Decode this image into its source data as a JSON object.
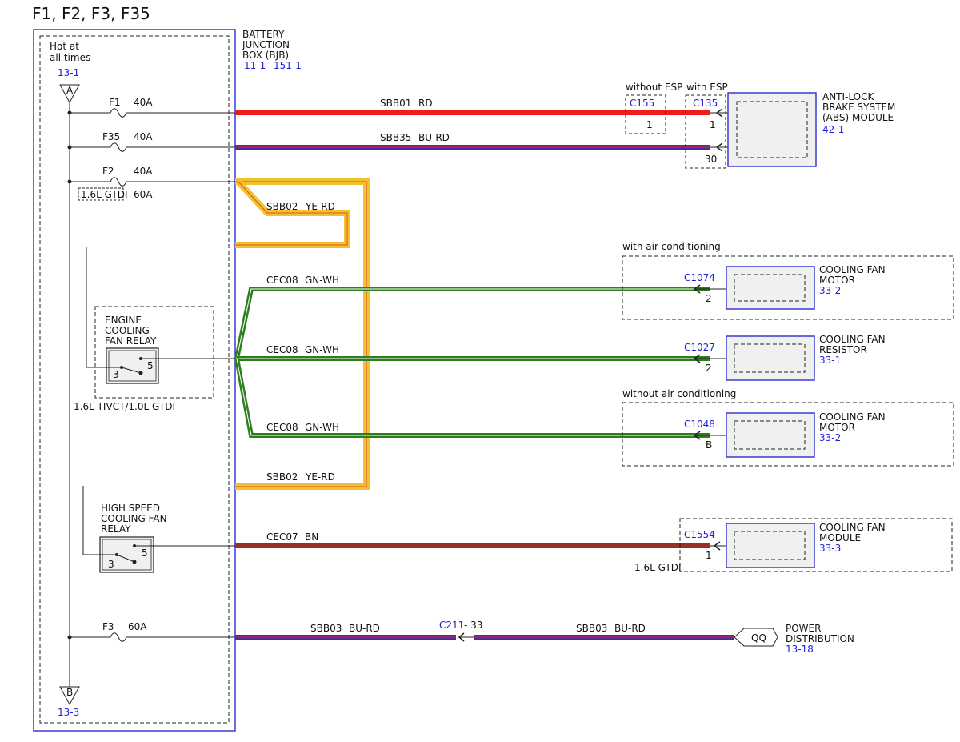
{
  "title": "F1, F2, F3, F35",
  "bjb": {
    "name_lines": [
      "BATTERY",
      "JUNCTION",
      "BOX (BJB)"
    ],
    "refs": [
      "11-1",
      "151-1"
    ],
    "hot_lines": [
      "Hot at",
      "all times"
    ],
    "hot_ref": "13-1",
    "connector_a": "A",
    "connector_b": "B",
    "bottom_ref": "13-3",
    "variant_box": "1.6L GTDI",
    "relay_variant": "1.6L TIVCT/1.0L GTDI"
  },
  "fuses": [
    {
      "name": "F1",
      "rating": "40A"
    },
    {
      "name": "F35",
      "rating": "40A"
    },
    {
      "name": "F2",
      "rating": "40A",
      "alt_rating": "60A"
    },
    {
      "name": "F3",
      "rating": "60A"
    }
  ],
  "relays": [
    {
      "name_lines": [
        "ENGINE",
        "COOLING",
        "FAN RELAY"
      ],
      "pin_in": "3",
      "pin_out": "5"
    },
    {
      "name_lines": [
        "HIGH SPEED",
        "COOLING FAN",
        "RELAY"
      ],
      "pin_in": "3",
      "pin_out": "5"
    }
  ],
  "wires": [
    {
      "circuit": "SBB01",
      "color": "RD",
      "hex": "#ee1c1c"
    },
    {
      "circuit": "SBB35",
      "color": "BU-RD",
      "hex": "#4b2a9e"
    },
    {
      "circuit": "SBB02",
      "color": "YE-RD",
      "hex": "#f2c12e"
    },
    {
      "circuit": "CEC08",
      "color": "GN-WH",
      "hex": "#2e7d1f"
    },
    {
      "circuit": "CEC08",
      "color": "GN-WH",
      "hex": "#2e7d1f"
    },
    {
      "circuit": "CEC08",
      "color": "GN-WH",
      "hex": "#2e7d1f"
    },
    {
      "circuit": "SBB02",
      "color": "YE-RD",
      "hex": "#f2c12e"
    },
    {
      "circuit": "CEC07",
      "color": "BN",
      "hex": "#9a2f25"
    },
    {
      "circuit": "SBB03",
      "color": "BU-RD",
      "hex": "#4b2a9e"
    },
    {
      "circuit": "SBB03",
      "color": "BU-RD",
      "hex": "#4b2a9e"
    }
  ],
  "inline_connector": {
    "name": "C211",
    "pin": "- 33"
  },
  "abs": {
    "variant_without": "without ESP",
    "variant_with": "with ESP",
    "c155": "C155",
    "c155_pin": "1",
    "c135": "C135",
    "c135_pin1": "1",
    "c135_pin30": "30",
    "name_lines": [
      "ANTI-LOCK",
      "BRAKE SYSTEM",
      "(ABS) MODULE"
    ],
    "ref": "42-1"
  },
  "fan_loads": [
    {
      "variant": "with air conditioning",
      "connector": "C1074",
      "pin": "2",
      "name_lines": [
        "COOLING FAN",
        "MOTOR"
      ],
      "ref": "33-2"
    },
    {
      "variant": "",
      "connector": "C1027",
      "pin": "2",
      "name_lines": [
        "COOLING FAN",
        "RESISTOR"
      ],
      "ref": "33-1"
    },
    {
      "variant": "without air conditioning",
      "connector": "C1048",
      "pin": "B",
      "name_lines": [
        "COOLING FAN",
        "MOTOR"
      ],
      "ref": "33-2"
    },
    {
      "variant": "1.6L GTDI",
      "connector": "C1554",
      "pin": "1",
      "name_lines": [
        "COOLING FAN",
        "MODULE"
      ],
      "ref": "33-3"
    }
  ],
  "power_dist": {
    "tag": "QQ",
    "name_lines": [
      "POWER",
      "DISTRIBUTION"
    ],
    "ref": "13-18"
  },
  "colors": {
    "module_blue": "#3a3ad6",
    "ref_blue": "#1f1fd6",
    "ye_rd_stripe": "#e2502a",
    "gn_wh_stripe": "#ffffff"
  }
}
